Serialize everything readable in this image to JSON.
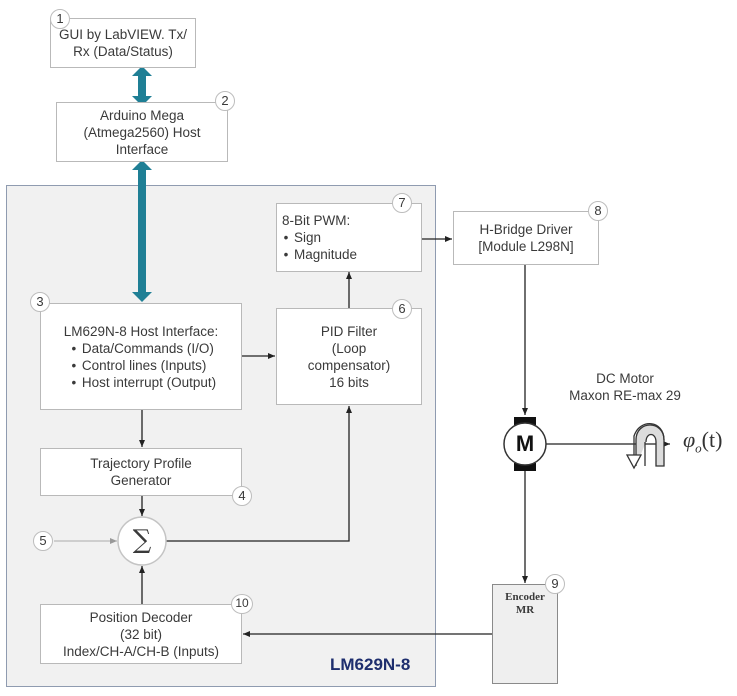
{
  "diagram": {
    "title_label": "LM629N-8",
    "blocks": {
      "gui": {
        "number": "1",
        "lines": [
          "GUI by LabVIEW. Tx/",
          "Rx (Data/Status)"
        ]
      },
      "arduino": {
        "number": "2",
        "lines": [
          "Arduino Mega",
          "(Atmega2560) Host",
          "Interface"
        ]
      },
      "host_interface": {
        "number": "3",
        "title": "LM629N-8 Host Interface:",
        "bullets": [
          "Data/Commands (I/O)",
          "Control lines (Inputs)",
          "Host interrupt (Output)"
        ]
      },
      "trajectory": {
        "number": "4",
        "lines": [
          "Trajectory Profile",
          "Generator"
        ]
      },
      "summing_input": {
        "number": "5",
        "symbol": "∑"
      },
      "pid": {
        "number": "6",
        "lines": [
          "PID Filter",
          "(Loop",
          "compensator)",
          "16 bits"
        ]
      },
      "pwm": {
        "number": "7",
        "title": "8-Bit PWM:",
        "bullets": [
          "Sign",
          "Magnitude"
        ]
      },
      "hbridge": {
        "number": "8",
        "lines": [
          "H-Bridge Driver",
          "[Module L298N]"
        ]
      },
      "encoder": {
        "number": "9",
        "lines": [
          "Encoder",
          "MR"
        ]
      },
      "position_decoder": {
        "number": "10",
        "lines": [
          "Position Decoder",
          "(32 bit)",
          "Index/CH-A/CH-B (Inputs)"
        ]
      }
    },
    "motor": {
      "symbol": "M",
      "lines": [
        "DC Motor",
        "Maxon RE-max 29"
      ],
      "output_label": "φo(t)",
      "output_var": "φ",
      "output_sub": "o",
      "output_arg": "(t)"
    },
    "colors": {
      "bus_arrow": "#1f7f95",
      "container_border": "#8f9bb0",
      "title_label": "#1e2e6e",
      "encoder_icon": "#f9e3d3"
    }
  }
}
